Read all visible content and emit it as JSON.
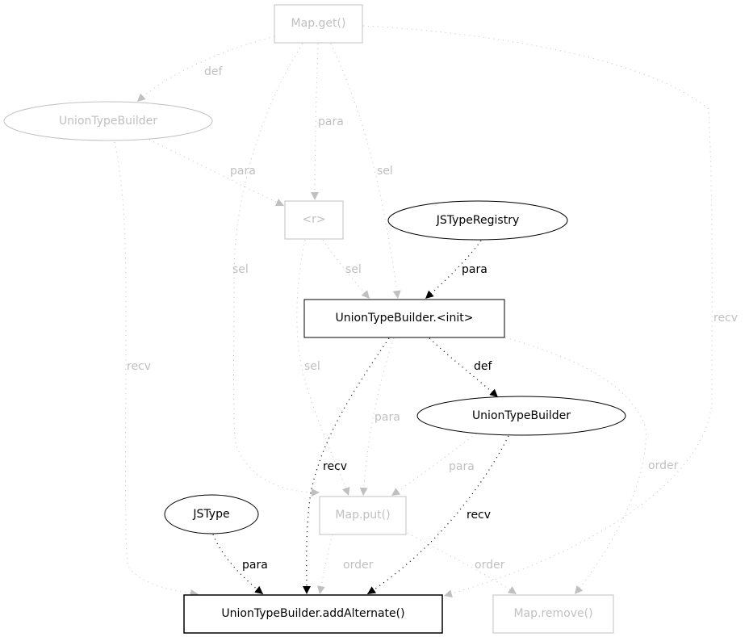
{
  "colors": {
    "active": "#000000",
    "inactive": "#c0c0c0",
    "background": "#ffffff"
  },
  "nodes": [
    {
      "id": "map_get",
      "label": "Map.get()",
      "shape": "box",
      "active": false
    },
    {
      "id": "utb_top",
      "label": "UnionTypeBuilder",
      "shape": "ellipse",
      "active": false
    },
    {
      "id": "r",
      "label": "<r>",
      "shape": "box",
      "active": false
    },
    {
      "id": "jstype_registry",
      "label": "JSTypeRegistry",
      "shape": "ellipse",
      "active": true
    },
    {
      "id": "utb_init",
      "label": "UnionTypeBuilder.<init>",
      "shape": "box",
      "active": true
    },
    {
      "id": "utb_mid",
      "label": "UnionTypeBuilder",
      "shape": "ellipse",
      "active": true
    },
    {
      "id": "jstype",
      "label": "JSType",
      "shape": "ellipse",
      "active": true
    },
    {
      "id": "map_put",
      "label": "Map.put()",
      "shape": "box",
      "active": false
    },
    {
      "id": "add_alternate",
      "label": "UnionTypeBuilder.addAlternate()",
      "shape": "box",
      "active": true
    },
    {
      "id": "map_remove",
      "label": "Map.remove()",
      "shape": "box",
      "active": false
    }
  ],
  "edges": [
    {
      "from": "map_get",
      "to": "utb_top",
      "label": "def",
      "active": false
    },
    {
      "from": "map_get",
      "to": "r",
      "label": "para",
      "active": false
    },
    {
      "from": "map_get",
      "to": "utb_init",
      "label": "sel",
      "active": false
    },
    {
      "from": "map_get",
      "to": "map_put",
      "label": "sel",
      "active": false
    },
    {
      "from": "map_get",
      "to": "add_alternate",
      "label": "recv",
      "active": false
    },
    {
      "from": "utb_top",
      "to": "r",
      "label": "para",
      "active": false
    },
    {
      "from": "utb_top",
      "to": "add_alternate",
      "label": "recv",
      "active": false
    },
    {
      "from": "r",
      "to": "utb_init",
      "label": "sel",
      "active": false
    },
    {
      "from": "r",
      "to": "map_put",
      "label": "sel",
      "active": false
    },
    {
      "from": "jstype_registry",
      "to": "utb_init",
      "label": "para",
      "active": true
    },
    {
      "from": "utb_init",
      "to": "utb_mid",
      "label": "def",
      "active": true
    },
    {
      "from": "utb_init",
      "to": "add_alternate",
      "label": "recv",
      "active": true
    },
    {
      "from": "utb_init",
      "to": "map_put",
      "label": "para",
      "active": false
    },
    {
      "from": "utb_init",
      "to": "map_remove",
      "label": "order",
      "active": false
    },
    {
      "from": "utb_mid",
      "to": "map_put",
      "label": "para",
      "active": false
    },
    {
      "from": "utb_mid",
      "to": "add_alternate",
      "label": "recv",
      "active": true
    },
    {
      "from": "jstype",
      "to": "add_alternate",
      "label": "para",
      "active": true
    },
    {
      "from": "map_put",
      "to": "add_alternate",
      "label": "order",
      "active": false
    },
    {
      "from": "map_put",
      "to": "map_remove",
      "label": "order",
      "active": false
    }
  ]
}
